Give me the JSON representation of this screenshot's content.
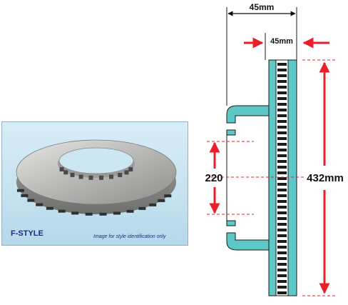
{
  "photo": {
    "style_label": "F-STYLE",
    "note": "Image for style identification only"
  },
  "diagram": {
    "top_width_label": "45mm",
    "inner_width_label": "45mm",
    "bore_diameter_label": "220",
    "outer_diameter_label": "432mm",
    "colors": {
      "rotor_fill": "#5ec8c8",
      "arrow_red": "#e8202a",
      "outline": "#1a1a1a"
    }
  }
}
